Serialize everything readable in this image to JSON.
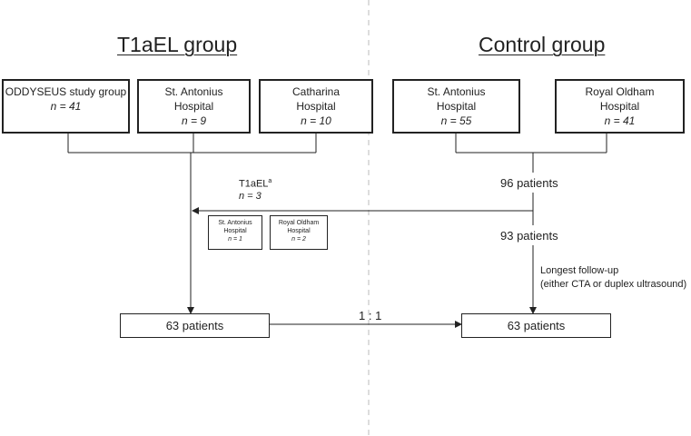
{
  "left_group": {
    "title": "T1aEL group"
  },
  "right_group": {
    "title": "Control group"
  },
  "sources_left": [
    {
      "name": "ODDYSEUS study group",
      "n": "n = 41"
    },
    {
      "name": "St. Antonius Hospital",
      "n": "n = 9"
    },
    {
      "name": "Catharina Hospital",
      "n": "n = 10"
    }
  ],
  "sources_right": [
    {
      "name": "St. Antonius Hospital",
      "n": "n = 55"
    },
    {
      "name": "Royal Oldham Hospital",
      "n": "n = 41"
    }
  ],
  "transfer": {
    "label": "T1aEL",
    "superscript": "a",
    "n": "n = 3",
    "boxes": [
      {
        "name": "St. Antonius Hospital",
        "n": "n = 1"
      },
      {
        "name": "Royal Oldham Hospital",
        "n": "n = 2"
      }
    ]
  },
  "control_steps": {
    "total": "96 patients",
    "after_transfer": "93 patients",
    "selection_line1": "Longest follow-up",
    "selection_line2": "(either CTA or duplex ultrasound)"
  },
  "final": {
    "left": "63 patients",
    "right": "63 patients",
    "matching": "1 : 1"
  },
  "colors": {
    "line": "#222222",
    "divider": "#bbbbbb",
    "text": "#222222"
  }
}
